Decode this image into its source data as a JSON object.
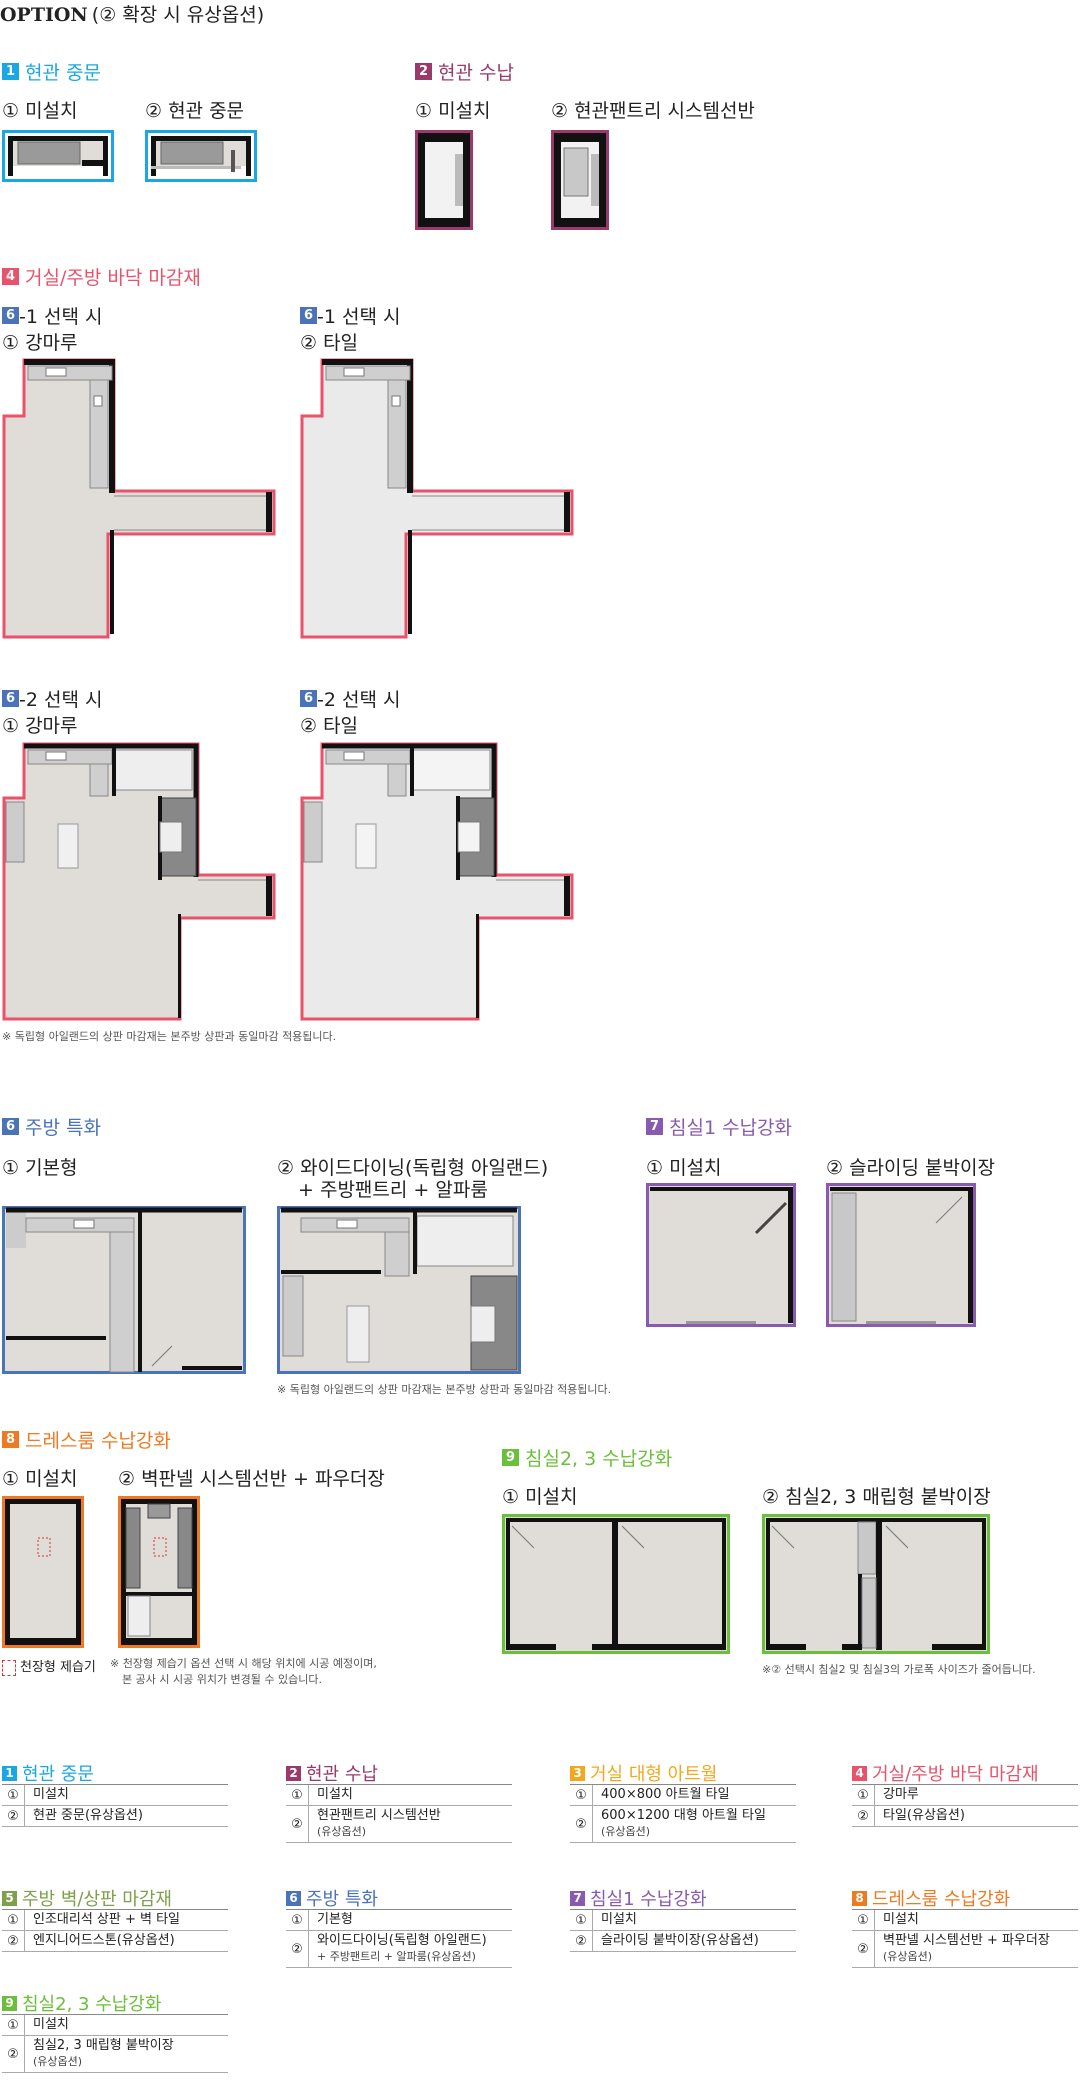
{
  "header": {
    "option": "OPTION",
    "sub": "(② 확장 시 유상옵션)"
  },
  "colors": {
    "cyan": "#1aa7e6",
    "purple": "#9a3a6b",
    "red": "#e8526a",
    "blue": "#4a73b8",
    "violet": "#8a5ab0",
    "orange": "#ee7a22",
    "green": "#6cbf3a",
    "yellow": "#f2a81d",
    "olive": "#7ea04a",
    "wall": "#111111",
    "floor": "#e0dcd7",
    "tile": "#eaeaea"
  },
  "s1": {
    "num": "1",
    "title": "현관 중문",
    "opt1": "① 미설치",
    "opt2": "② 현관 중문"
  },
  "s2": {
    "num": "2",
    "title": "현관 수납",
    "opt1": "① 미설치",
    "opt2": "② 현관팬트리 시스템선반"
  },
  "s4": {
    "num": "4",
    "title": "거실/주방 바닥 마감재",
    "g1": {
      "num": "6",
      "sel": "-1 선택 시",
      "a": "① 강마루",
      "b": "② 타일"
    },
    "g2": {
      "num": "6",
      "sel": "-2 선택 시",
      "a": "① 강마루",
      "b": "② 타일"
    },
    "note": "※ 독립형 아일랜드의 상판 마감재는 본주방 상판과 동일마감 적용됩니다."
  },
  "s6": {
    "num": "6",
    "title": "주방 특화",
    "opt1": "① 기본형",
    "opt2a": "② 와이드다이닝(독립형 아일랜드)",
    "opt2b": "+ 주방팬트리 + 알파룸",
    "note": "※ 독립형 아일랜드의 상판 마감재는 본주방 상판과 동일마감 적용됩니다."
  },
  "s7": {
    "num": "7",
    "title": "침실1 수납강화",
    "opt1": "① 미설치",
    "opt2": "② 슬라이딩 붙박이장"
  },
  "s8": {
    "num": "8",
    "title": "드레스룸 수납강화",
    "opt1": "① 미설치",
    "opt2": "② 벽판넬 시스템선반 + 파우더장",
    "legend": "천장형 제습기",
    "note1": "※ 천장형 제습기 옵션 선택 시 해당 위치에 시공 예정이며,",
    "note2": "본 공사 시 시공 위치가 변경될 수 있습니다."
  },
  "s9": {
    "num": "9",
    "title": "침실2, 3 수납강화",
    "opt1": "① 미설치",
    "opt2": "② 침실2, 3 매립형 붙박이장",
    "note": "※② 선택시 침실2 및 침실3의 가로폭 사이즈가 줄어듭니다."
  },
  "chart_table": [
    {
      "num": "1",
      "title": "현관 중문",
      "rows": [
        [
          "①",
          "미설치",
          ""
        ],
        [
          "②",
          "현관 중문(유상옵션)",
          ""
        ]
      ]
    },
    {
      "num": "2",
      "title": "현관 수납",
      "rows": [
        [
          "①",
          "미설치",
          ""
        ],
        [
          "②",
          "현관팬트리 시스템선반",
          "(유상옵션)"
        ]
      ]
    },
    {
      "num": "3",
      "title": "거실 대형 아트월",
      "rows": [
        [
          "①",
          "400×800 아트월 타일",
          ""
        ],
        [
          "②",
          "600×1200 대형 아트월 타일",
          "(유상옵션)"
        ]
      ]
    },
    {
      "num": "4",
      "title": "거실/주방 바닥 마감재",
      "rows": [
        [
          "①",
          "강마루",
          ""
        ],
        [
          "②",
          "타일(유상옵션)",
          ""
        ]
      ]
    },
    {
      "num": "5",
      "title": "주방 벽/상판 마감재",
      "rows": [
        [
          "①",
          "인조대리석 상판 + 벽 타일",
          ""
        ],
        [
          "②",
          "엔지니어드스톤(유상옵션)",
          ""
        ]
      ]
    },
    {
      "num": "6",
      "title": "주방 특화",
      "rows": [
        [
          "①",
          "기본형",
          ""
        ],
        [
          "②",
          "와이드다이닝(독립형 아일랜드)",
          "+ 주방팬트리 + 알파룸(유상옵션)"
        ]
      ]
    },
    {
      "num": "7",
      "title": "침실1 수납강화",
      "rows": [
        [
          "①",
          "미설치",
          ""
        ],
        [
          "②",
          "슬라이딩 붙박이장(유상옵션)",
          ""
        ]
      ]
    },
    {
      "num": "8",
      "title": "드레스룸 수납강화",
      "rows": [
        [
          "①",
          "미설치",
          ""
        ],
        [
          "②",
          "벽판넬 시스템선반 + 파우더장",
          "(유상옵션)"
        ]
      ]
    },
    {
      "num": "9",
      "title": "침실2, 3 수납강화",
      "rows": [
        [
          "①",
          "미설치",
          ""
        ],
        [
          "②",
          "침실2, 3 매립형 붙박이장",
          "(유상옵션)"
        ]
      ]
    }
  ]
}
